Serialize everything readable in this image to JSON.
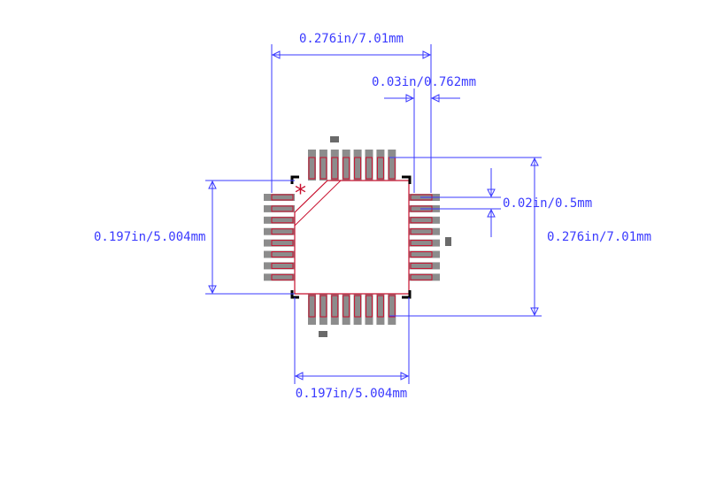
{
  "package": {
    "pins_per_side": 8,
    "pin1_marker": "*"
  },
  "colors": {
    "dimension": "#3a3aff",
    "pad_fill": "#8c8c8c",
    "pad_outline": "#c8102e",
    "body_outline": "#c8102e",
    "corner_marks": "#000000",
    "background": "#ffffff"
  },
  "dimensions": {
    "overall_width": "0.276in/7.01mm",
    "pad_length": "0.03in/0.762mm",
    "pitch": "0.02in/0.5mm",
    "body_height": "0.197in/5.004mm",
    "overall_height": "0.276in/7.01mm",
    "body_width": "0.197in/5.004mm"
  }
}
